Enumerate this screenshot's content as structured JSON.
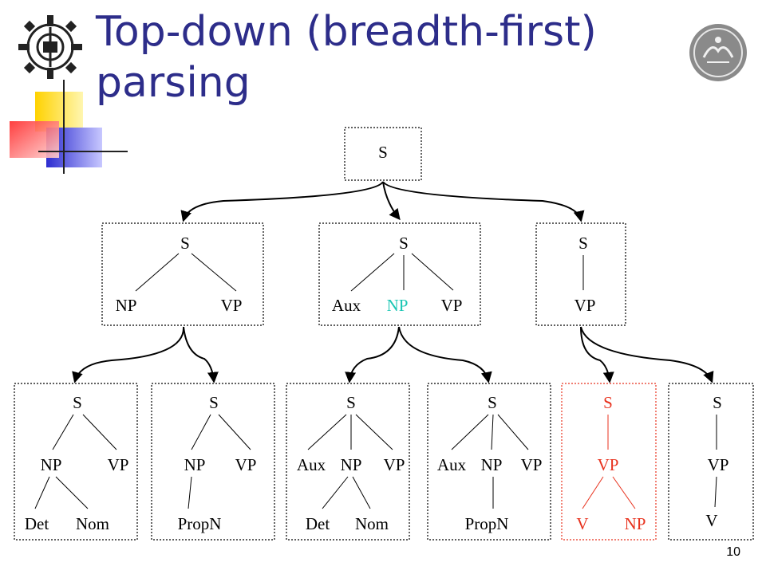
{
  "slide": {
    "title_line1": "Top-down (breadth-first)",
    "title_line2": "parsing",
    "page_number": "10"
  },
  "colors": {
    "title": "#2d2d8a",
    "highlight_teal": "#19c6b3",
    "highlight_red": "#e8321e",
    "logo_yellow": "#ffd200",
    "logo_red": "#ff3b3b",
    "logo_blue": "#2c2cd0"
  },
  "icons": [
    "university-gear-logo-icon",
    "university-seal-logo-icon",
    "decorative-squares-icon"
  ],
  "diagram": {
    "root": {
      "label": "S"
    },
    "level1": [
      {
        "root": "S",
        "children": [
          "NP",
          "VP"
        ]
      },
      {
        "root": "S",
        "children": [
          "Aux",
          "NP",
          "VP"
        ],
        "highlight": "NP"
      },
      {
        "root": "S",
        "children": [
          "VP"
        ]
      }
    ],
    "level2": [
      {
        "root": "S",
        "mid": [
          "NP",
          "VP"
        ],
        "leaves": [
          "Det",
          "Nom"
        ]
      },
      {
        "root": "S",
        "mid": [
          "NP",
          "VP"
        ],
        "leaves": [
          "PropN"
        ]
      },
      {
        "root": "S",
        "mid": [
          "Aux",
          "NP",
          "VP"
        ],
        "leaves": [
          "Det",
          "Nom"
        ]
      },
      {
        "root": "S",
        "mid": [
          "Aux",
          "NP",
          "VP"
        ],
        "leaves": [
          "PropN"
        ]
      },
      {
        "root": "S",
        "mid": [
          "VP"
        ],
        "leaves": [
          "V",
          "NP"
        ],
        "highlight": "red"
      },
      {
        "root": "S",
        "mid": [
          "VP"
        ],
        "leaves": [
          "V"
        ]
      }
    ]
  }
}
